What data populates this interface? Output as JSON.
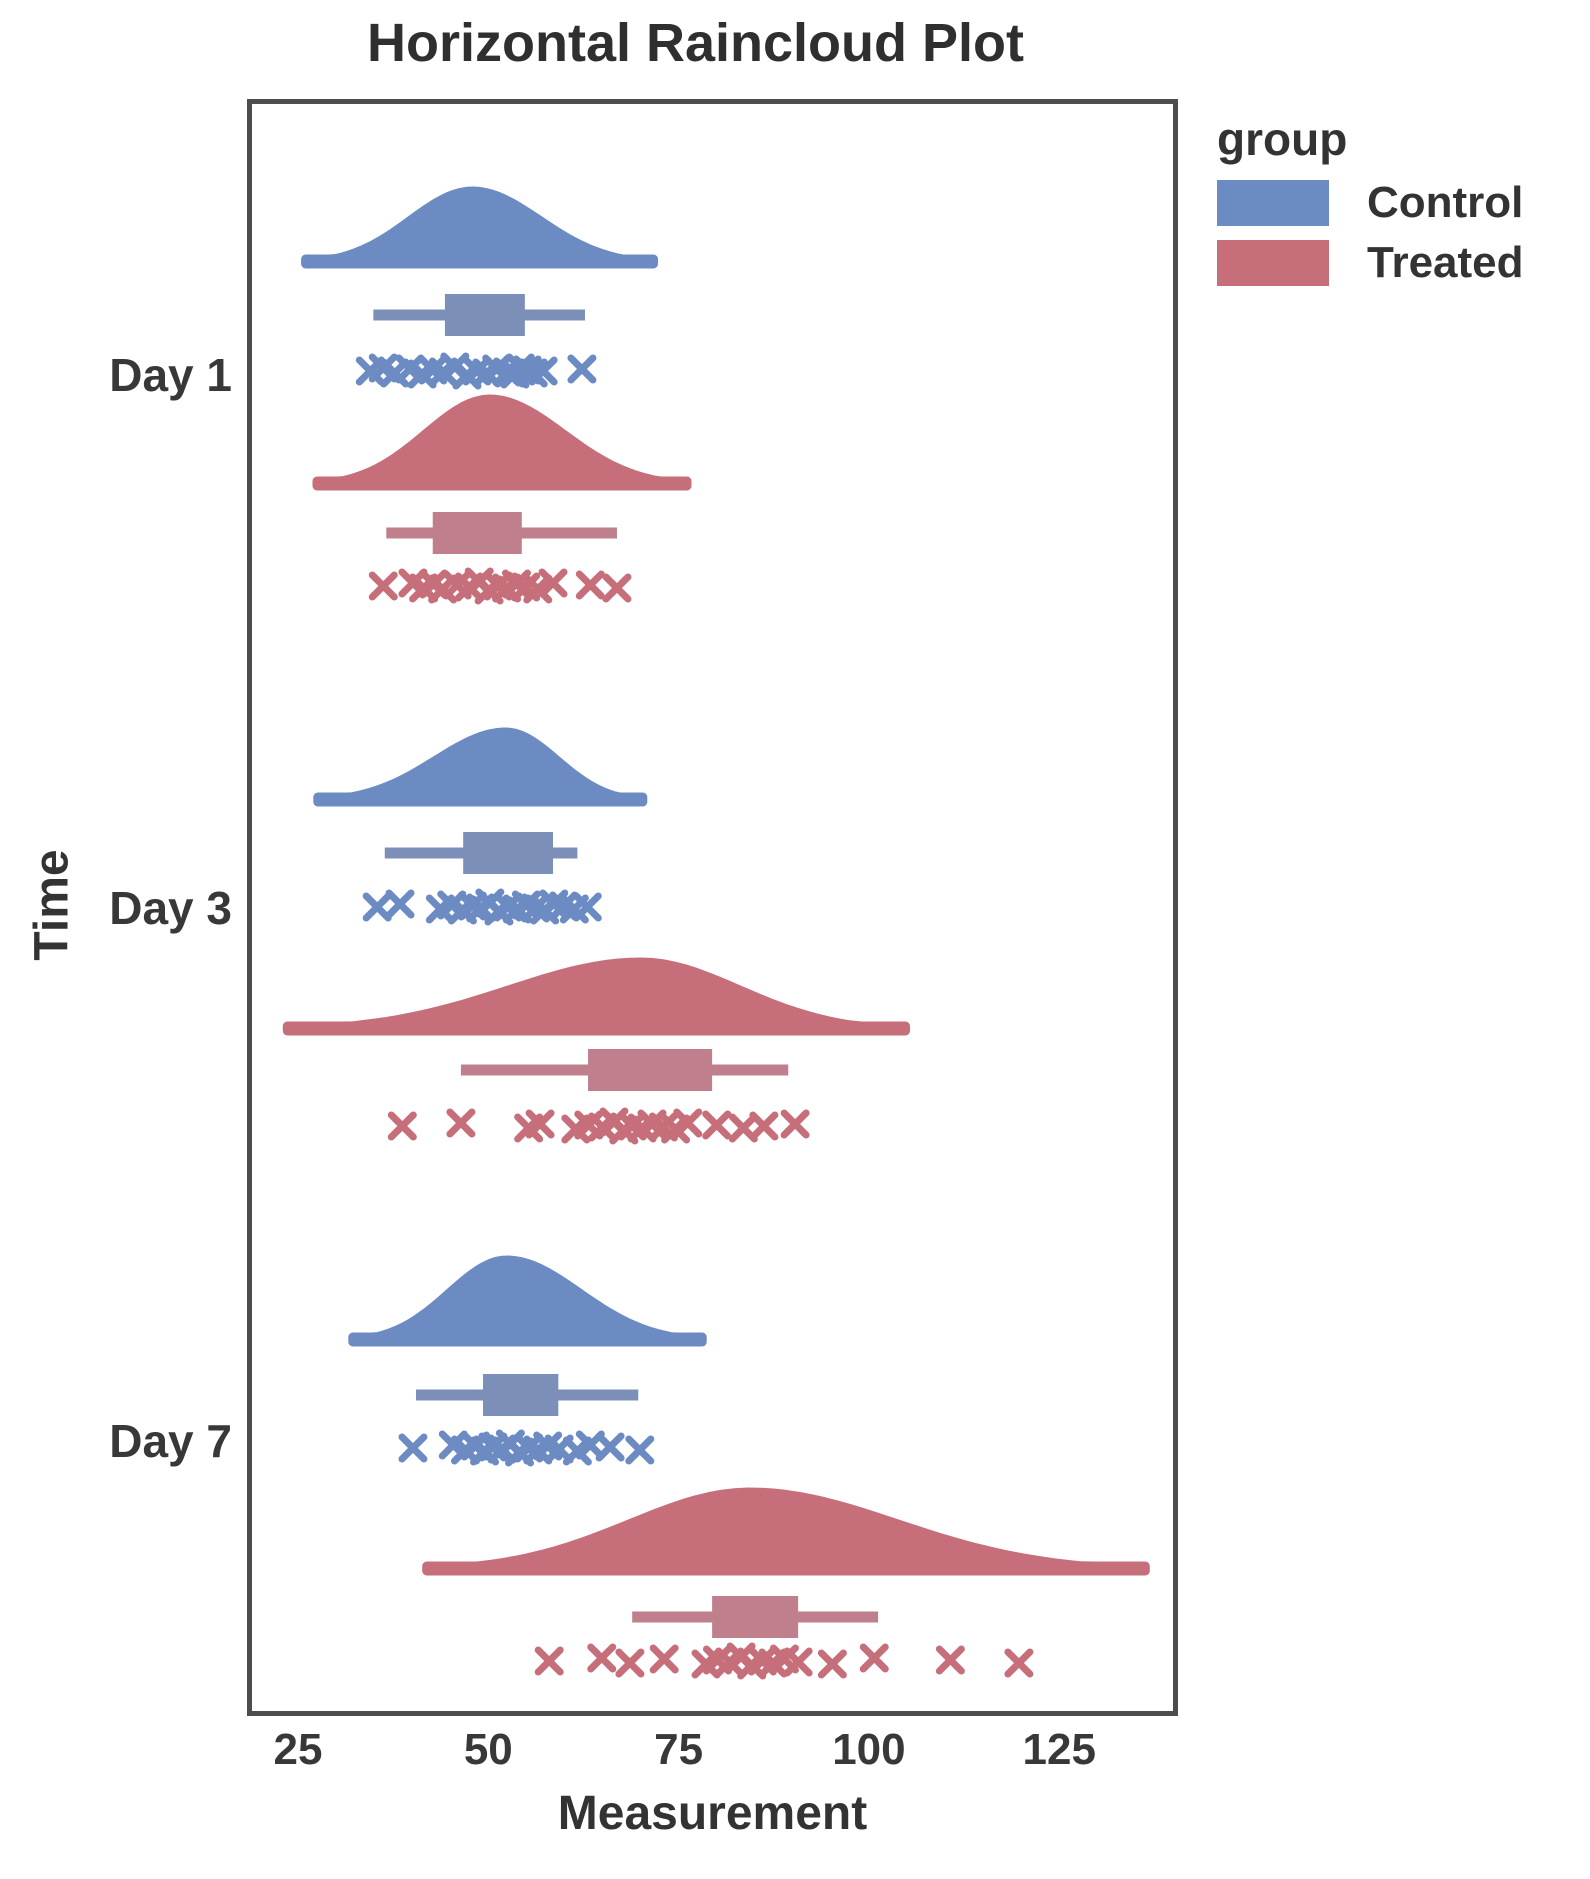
{
  "title": "Horizontal Raincloud Plot",
  "axes": {
    "x": {
      "label": "Measurement",
      "ticks": [
        "25",
        "50",
        "75",
        "100",
        "125"
      ]
    },
    "y": {
      "label": "Time",
      "categories": [
        "Day 1",
        "Day 3",
        "Day 7"
      ]
    }
  },
  "legend": {
    "title": "group",
    "entries": [
      {
        "label": "Control",
        "color": "#6d8bc3"
      },
      {
        "label": "Treated",
        "color": "#c66f7a"
      }
    ]
  },
  "colors": {
    "control_cloud": "#6d8bc3",
    "control_box": "#7c8fb9",
    "treated_cloud": "#c66f7a",
    "treated_box": "#bf7f8d",
    "spine": "#4d4d4d",
    "text": "#383838"
  },
  "chart_data": {
    "type": "raincloud",
    "orientation": "horizontal",
    "title": "Horizontal Raincloud Plot",
    "xlabel": "Measurement",
    "ylabel": "Time",
    "xlim": [
      18.3,
      140.6
    ],
    "x_ticks": [
      25,
      50,
      75,
      100,
      125
    ],
    "categories": [
      "Day 1",
      "Day 3",
      "Day 7"
    ],
    "groups": [
      "Control",
      "Treated"
    ],
    "legend_position": "upper right outside",
    "grid": false,
    "series": [
      {
        "category": "Day 1",
        "group": "Control",
        "cloud": {
          "min": 26.0,
          "peak": 47.9,
          "max": 71.7
        },
        "box": {
          "whisker_low": 34.9,
          "q1": 44.3,
          "median": 49.5,
          "q3": 54.8,
          "whisker_high": 62.7
        },
        "points": [
          34.5,
          36.2,
          37.7,
          39.7,
          41.3,
          42.7,
          44.1,
          45.6,
          47.2,
          48.5,
          49.8,
          51.1,
          52.5,
          53.5,
          54.2,
          55.1,
          55.9,
          57.2,
          62.3
        ]
      },
      {
        "category": "Day 1",
        "group": "Treated",
        "cloud": {
          "min": 27.5,
          "peak": 50.2,
          "max": 76.1
        },
        "box": {
          "whisker_low": 36.6,
          "q1": 42.7,
          "median": 48.5,
          "q3": 54.4,
          "whisker_high": 66.9
        },
        "points": [
          36.2,
          40.1,
          41.5,
          42.8,
          44.0,
          45.9,
          47.5,
          48.8,
          50.1,
          51.3,
          52.4,
          53.7,
          54.9,
          56.5,
          58.5,
          63.4,
          66.9
        ]
      },
      {
        "category": "Day 3",
        "group": "Control",
        "cloud": {
          "min": 27.6,
          "peak": 52.3,
          "max": 70.3
        },
        "box": {
          "whisker_low": 36.4,
          "q1": 46.7,
          "median": 52.5,
          "q3": 58.5,
          "whisker_high": 61.7
        },
        "points": [
          35.4,
          38.4,
          43.7,
          45.2,
          46.6,
          47.9,
          49.0,
          50.2,
          51.4,
          52.6,
          53.8,
          55.0,
          56.2,
          57.4,
          58.6,
          59.9,
          61.3,
          63.0
        ]
      },
      {
        "category": "Day 3",
        "group": "Treated",
        "cloud": {
          "min": 23.6,
          "peak": 70.0,
          "max": 104.8
        },
        "box": {
          "whisker_low": 46.4,
          "q1": 63.1,
          "median": 71.0,
          "q3": 79.4,
          "whisker_high": 89.4
        },
        "points": [
          38.7,
          46.4,
          55.3,
          56.8,
          61.5,
          63.2,
          65.0,
          66.5,
          67.8,
          68.9,
          70.2,
          71.5,
          73.0,
          74.6,
          76.2,
          80.0,
          83.5,
          86.2,
          90.3
        ]
      },
      {
        "category": "Day 7",
        "group": "Control",
        "cloud": {
          "min": 32.2,
          "peak": 52.4,
          "max": 78.1
        },
        "box": {
          "whisker_low": 40.5,
          "q1": 49.3,
          "median": 54.0,
          "q3": 59.2,
          "whisker_high": 69.7
        },
        "points": [
          40.1,
          45.4,
          47.0,
          48.3,
          49.5,
          50.6,
          51.8,
          52.9,
          54.1,
          55.3,
          56.5,
          57.8,
          59.3,
          61.7,
          63.4,
          66.0,
          69.9
        ]
      },
      {
        "category": "Day 7",
        "group": "Treated",
        "cloud": {
          "min": 41.9,
          "peak": 84.4,
          "max": 136.3
        },
        "box": {
          "whisker_low": 68.9,
          "q1": 79.4,
          "median": 85.0,
          "q3": 90.7,
          "whisker_high": 101.2
        },
        "points": [
          58.0,
          64.9,
          68.6,
          73.1,
          78.6,
          80.1,
          81.7,
          83.2,
          84.6,
          86.0,
          87.4,
          88.9,
          90.7,
          95.2,
          100.7,
          110.7,
          119.7
        ]
      }
    ]
  }
}
